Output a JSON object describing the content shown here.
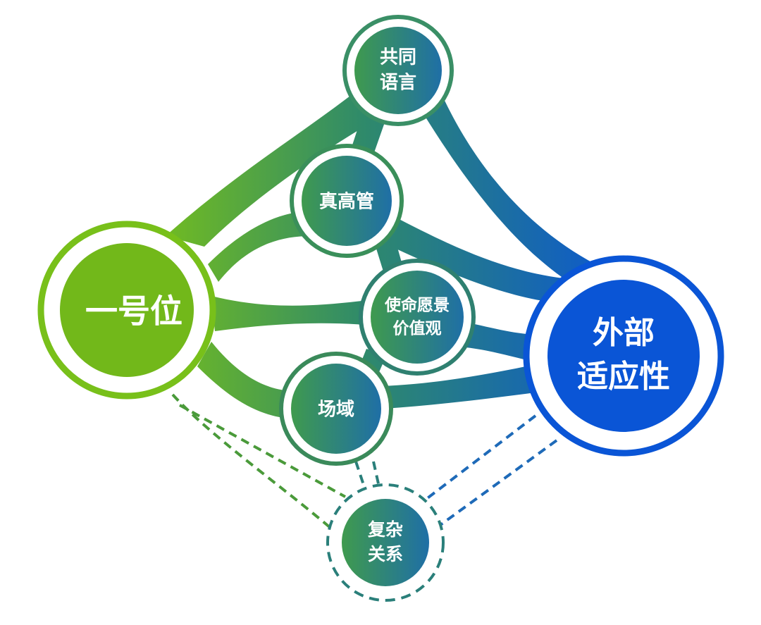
{
  "nodes": {
    "leader": {
      "lines": [
        "一号位"
      ],
      "color": "#72b81a"
    },
    "adapt": {
      "lines": [
        "外部",
        "适应性"
      ],
      "color": "#0a55d6"
    },
    "language": {
      "lines": [
        "共同",
        "语言"
      ]
    },
    "exec": {
      "lines": [
        "真高管"
      ]
    },
    "mission": {
      "lines": [
        "使命愿景",
        "价值观"
      ]
    },
    "field": {
      "lines": [
        "场域"
      ]
    },
    "relations": {
      "lines": [
        "复杂",
        "关系"
      ]
    }
  },
  "colors": {
    "green": "#78c01a",
    "blue": "#0a55d6",
    "teal_green": "#3f9a4e",
    "teal_blue": "#1f6fa6"
  }
}
